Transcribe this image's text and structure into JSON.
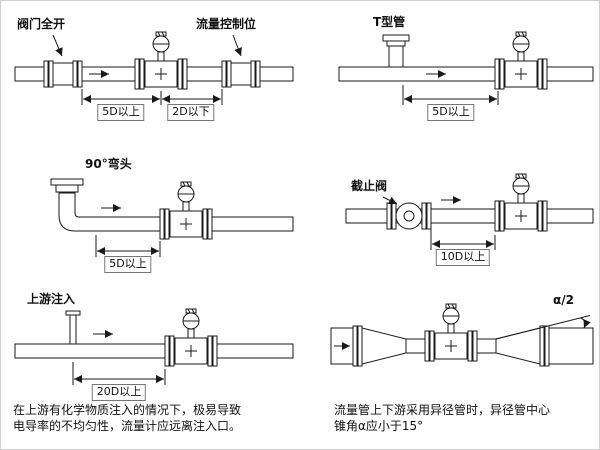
{
  "diagram": {
    "panel_valve": {
      "label_valve_open": "阀门全开",
      "label_flow_control": "流量控制位",
      "dim_upstream": "5D以上",
      "dim_downstream": "2D以下"
    },
    "panel_tee": {
      "title": "T型管",
      "dim": "5D以上"
    },
    "panel_elbow": {
      "title": "90°弯头",
      "dim": "5D以上"
    },
    "panel_stop_valve": {
      "title": "截止阀",
      "dim": "10D以上"
    },
    "panel_injection": {
      "title": "上游注入",
      "dim": "20D以上",
      "caption": "在上游有化学物质注入的情况下，极易导致\n电导率的不均匀性，流量计应远离注入口。"
    },
    "panel_reducer": {
      "angle_label": "α/2",
      "caption": "流量管上下游采用异径管时，异径管中心\n锥角α应小于15°"
    }
  }
}
